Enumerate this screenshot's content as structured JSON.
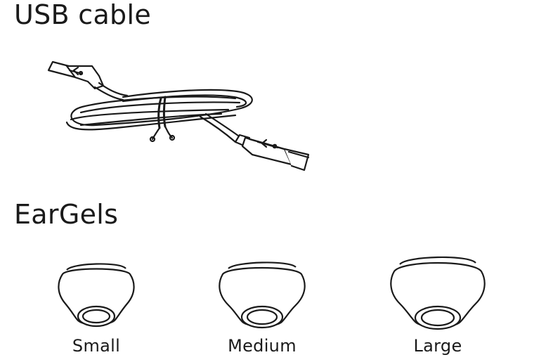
{
  "sections": {
    "usb_cable": {
      "title": "USB cable",
      "icon": "usb-cable-icon"
    },
    "eargels": {
      "title": "EarGels",
      "icon": "eargel-icon",
      "sizes": [
        {
          "label": "Small"
        },
        {
          "label": "Medium"
        },
        {
          "label": "Large"
        }
      ]
    }
  },
  "colors": {
    "line": "#1a1a1a",
    "background": "#ffffff"
  }
}
